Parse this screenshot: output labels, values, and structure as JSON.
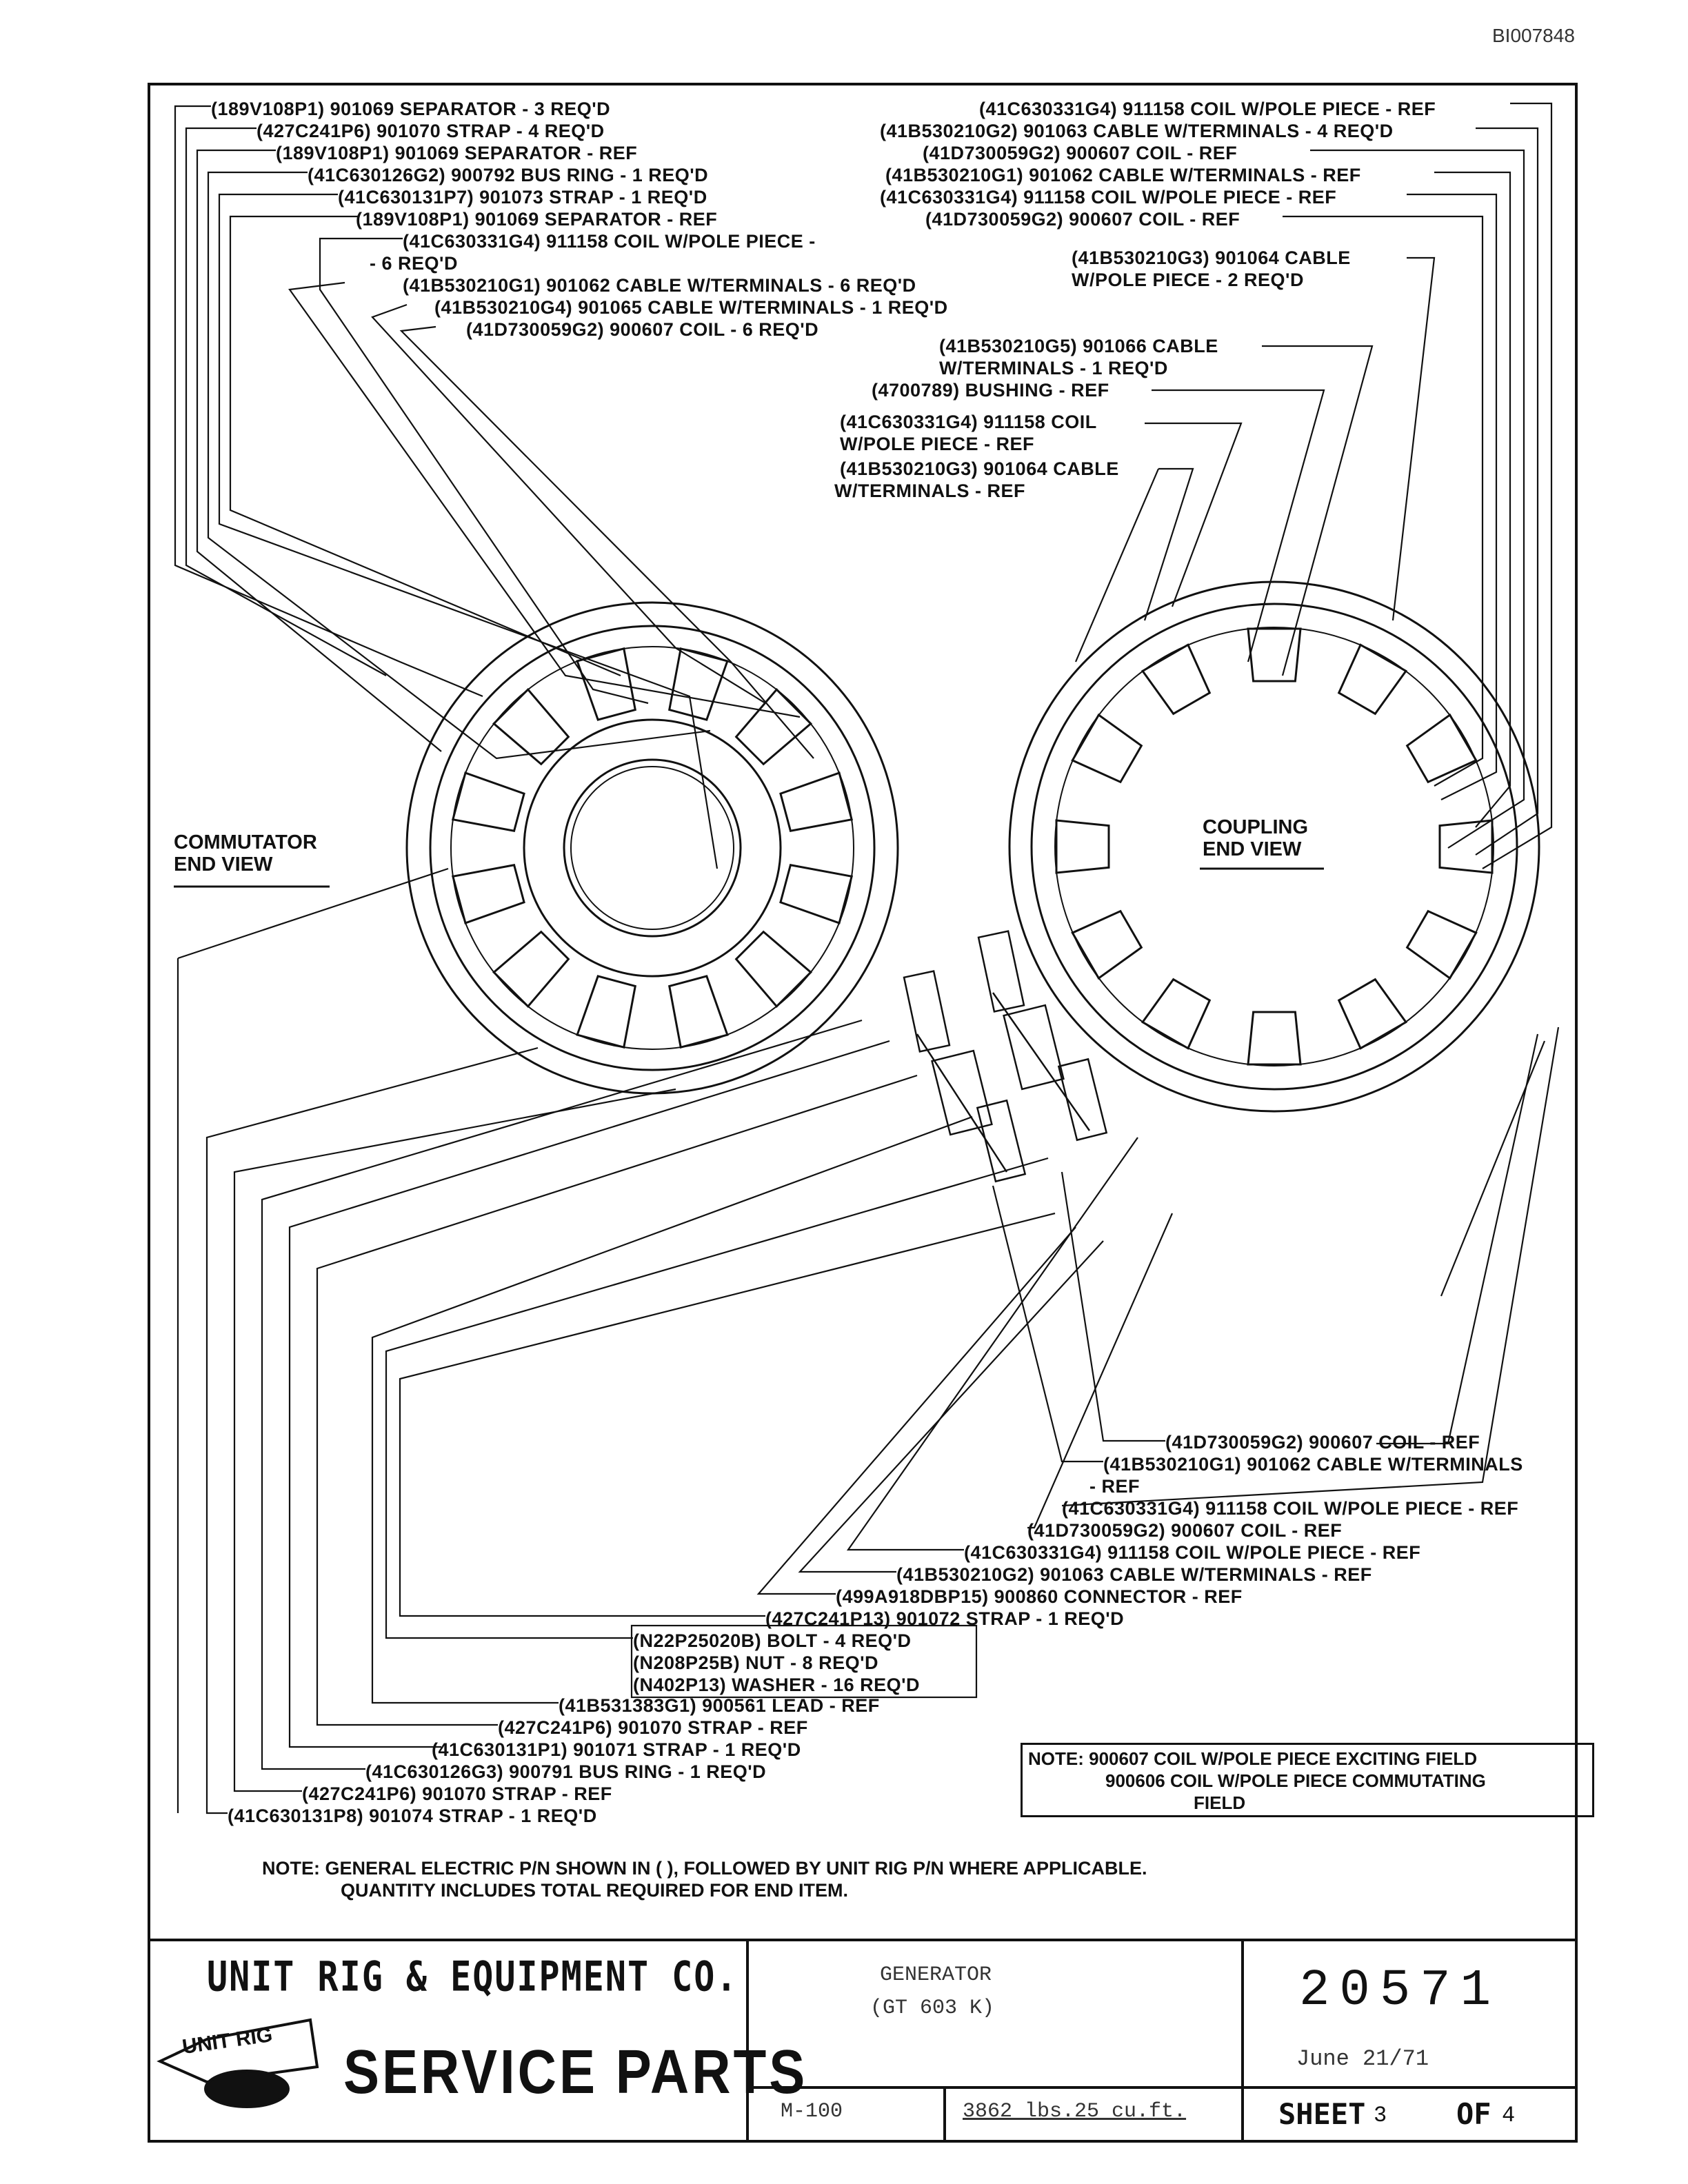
{
  "doc_id": "BI007848",
  "left_labels": [
    "(189V108P1) 901069 SEPARATOR - 3 REQ'D",
    "(427C241P6) 901070 STRAP - 4 REQ'D",
    "(189V108P1) 901069 SEPARATOR - REF",
    "(41C630126G2) 900792 BUS RING - 1 REQ'D",
    "(41C630131P7) 901073 STRAP - 1 REQ'D",
    "(189V108P1) 901069 SEPARATOR - REF",
    "(41C630331G4) 911158 COIL W/POLE PIECE -",
    "- 6 REQ'D",
    "(41B530210G1) 901062 CABLE W/TERMINALS - 6 REQ'D",
    "(41B530210G4) 901065 CABLE W/TERMINALS - 1 REQ'D",
    "(41D730059G2) 900607 COIL - 6 REQ'D"
  ],
  "right_labels": [
    "(41C630331G4) 911158 COIL W/POLE PIECE - REF",
    "(41B530210G2) 901063 CABLE W/TERMINALS - 4 REQ'D",
    "(41D730059G2) 900607 COIL - REF",
    "(41B530210G1) 901062 CABLE W/TERMINALS - REF",
    "(41C630331G4) 911158 COIL W/POLE PIECE - REF",
    "(41D730059G2) 900607 COIL - REF"
  ],
  "mid_labels": [
    "(41B530210G3) 901064 CABLE",
    "W/POLE PIECE - 2 REQ'D",
    "(41B530210G5) 901066 CABLE",
    "W/TERMINALS - 1 REQ'D",
    "(4700789) BUSHING - REF",
    "(41C630331G4) 911158 COIL",
    "W/POLE PIECE - REF",
    "(41B530210G3) 901064 CABLE",
    "W/TERMINALS - REF"
  ],
  "bottom_labels": [
    "(41D730059G2) 900607 COIL - REF",
    "(41B530210G1) 901062 CABLE W/TERMINALS",
    "- REF",
    "(41C630331G4) 911158 COIL W/POLE PIECE - REF",
    "(41D730059G2) 900607 COIL - REF",
    "(41C630331G4) 911158 COIL W/POLE PIECE - REF",
    "(41B530210G2) 901063 CABLE W/TERMINALS - REF",
    "(499A918DBP15) 900860 CONNECTOR - REF",
    "(427C241P13) 901072 STRAP - 1 REQ'D",
    "(N22P25020B) BOLT - 4 REQ'D",
    "(N208P25B) NUT - 8 REQ'D",
    "(N402P13) WASHER - 16 REQ'D",
    "(41B531383G1) 900561 LEAD - REF",
    "(427C241P6) 901070 STRAP - REF",
    "(41C630131P1) 901071 STRAP - 1 REQ'D",
    "(41C630126G3) 900791 BUS RING - 1 REQ'D",
    "(427C241P6) 901070 STRAP - REF",
    "(41C630131P8) 901074 STRAP - 1 REQ'D"
  ],
  "views": {
    "commutator": [
      "COMMUTATOR",
      "END VIEW"
    ],
    "coupling": [
      "COUPLING",
      "END VIEW"
    ]
  },
  "note_box": [
    "NOTE: 900607 COIL W/POLE PIECE EXCITING FIELD",
    "900606 COIL W/POLE PIECE COMMUTATING",
    "FIELD"
  ],
  "general_note": [
    "NOTE: GENERAL ELECTRIC P/N SHOWN IN ( ), FOLLOWED BY UNIT RIG P/N WHERE APPLICABLE.",
    "QUANTITY INCLUDES TOTAL REQUIRED FOR END ITEM."
  ],
  "title_block": {
    "company": "UNIT RIG & EQUIPMENT CO.",
    "logo_text": "UNIT RIG",
    "service": "SERVICE PARTS",
    "component": "GENERATOR",
    "model": "(GT 603 K)",
    "part_number": "20571",
    "date": "June 21/71",
    "code": "M-100",
    "weight": "3862 lbs.25 cu.ft.",
    "sheet_label": "SHEET",
    "sheet_num": "3",
    "of_label": "OF",
    "of_num": "4"
  }
}
